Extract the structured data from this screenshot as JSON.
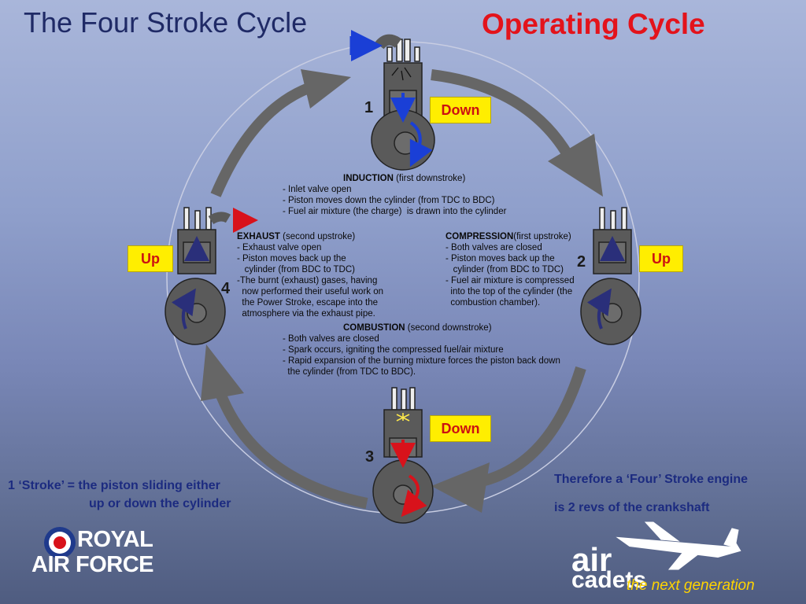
{
  "title": "The Four Stroke Cycle",
  "subtitle": "Operating Cycle",
  "steps": {
    "one": {
      "num": "1",
      "dir": "Down"
    },
    "two": {
      "num": "2",
      "dir": "Up"
    },
    "three": {
      "num": "3",
      "dir": "Down"
    },
    "four": {
      "num": "4",
      "dir": "Up"
    }
  },
  "induction": {
    "head": "INDUCTION",
    "sub": " (first downstroke)",
    "lines": "- Inlet valve open\n- Piston moves down the cylinder (from TDC to BDC)\n- Fuel air mixture (the charge)  is drawn into the cylinder"
  },
  "exhaust": {
    "head": "EXHAUST",
    "sub": " (second upstroke)",
    "lines": "- Exhaust valve open\n- Piston moves back up the\n   cylinder (from BDC to TDC)\n-The burnt (exhaust) gases, having\n  now performed their useful work on\n  the Power Stroke, escape into the\n  atmosphere via the exhaust pipe."
  },
  "compression": {
    "head": "COMPRESSION",
    "sub": "(first upstroke)",
    "lines": "- Both valves are closed\n- Piston moves back up the\n   cylinder (from BDC to TDC)\n- Fuel air mixture is compressed\n  into the top of the cylinder (the\n  combustion chamber)."
  },
  "combustion": {
    "head": "COMBUSTION",
    "sub": " (second downstroke)",
    "lines": "- Both valves are closed\n- Spark occurs, igniting the compressed fuel/air mixture\n- Rapid expansion of the burning mixture forces the piston back down\n  the cylinder (from TDC to BDC)."
  },
  "stroke_note_1": "1 ‘Stroke’ = the piston sliding either",
  "stroke_note_2": "up or down the cylinder",
  "conclusion_1": "Therefore a ‘Four’ Stroke engine",
  "conclusion_2": "is 2 revs of the crankshaft",
  "raf": {
    "line1": "ROYAL",
    "line2": "AIR FORCE"
  },
  "cadets": {
    "air": "air",
    "cadets": "cadets",
    "tagline": "the next generation"
  },
  "colors": {
    "circle": "#666666",
    "block": "#5a5a5a",
    "piston": "#6c6c6c",
    "arrow_blue": "#1a3fd6",
    "arrow_red": "#d8121b",
    "arrow_navy": "#2a2f7a",
    "dirbox": "#ffee00"
  }
}
